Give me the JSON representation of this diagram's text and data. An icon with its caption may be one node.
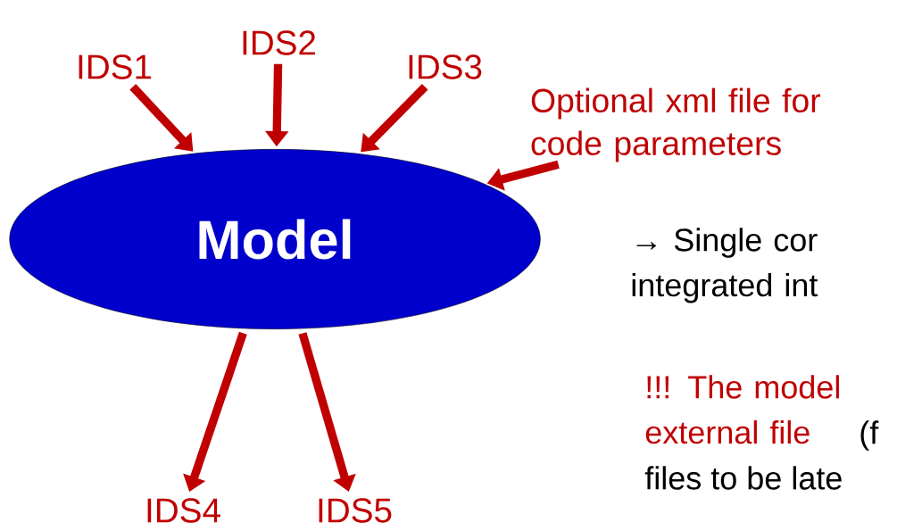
{
  "diagram": {
    "nodes": [
      {
        "text": [
          "Model"
        ]
      },
      {
        "text": [
          "IDS1"
        ]
      },
      {
        "text": [
          "IDS2"
        ]
      },
      {
        "text": [
          "IDS3"
        ]
      },
      {
        "text": [
          "Optional xml file for code parameters"
        ]
      },
      {
        "text": [
          "IDS4"
        ]
      },
      {
        "text": [
          "IDS5"
        ]
      }
    ],
    "edges": [
      {
        "from": 1,
        "to": 0,
        "arrow": "to"
      },
      {
        "from": 2,
        "to": 0,
        "arrow": "to"
      },
      {
        "from": 3,
        "to": 0,
        "arrow": "to"
      },
      {
        "from": 4,
        "to": 0,
        "arrow": "to"
      },
      {
        "from": 0,
        "to": 5,
        "arrow": "to"
      },
      {
        "from": 0,
        "to": 6,
        "arrow": "to"
      }
    ],
    "labels": [
      "→ Single cor integrated int",
      "!!! The model external file",
      "(f",
      "files to be late"
    ]
  }
}
